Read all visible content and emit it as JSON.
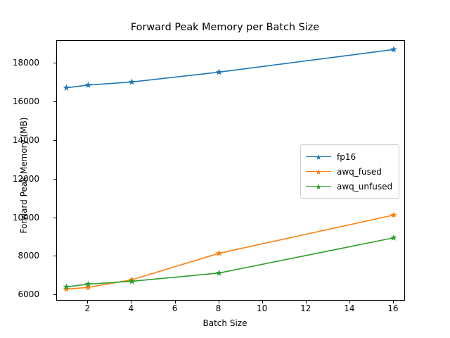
{
  "chart_data": {
    "type": "line",
    "title": "Forward Peak Memory per Batch Size",
    "xlabel": "Batch Size",
    "ylabel": "Forward Peak Memory (MB)",
    "x": [
      1,
      2,
      4,
      8,
      16
    ],
    "xlim": [
      0.57,
      16.55
    ],
    "ylim": [
      5680,
      19170
    ],
    "xticks": [
      2,
      4,
      6,
      8,
      10,
      12,
      14,
      16
    ],
    "xtick_labels": [
      "2",
      "4",
      "6",
      "8",
      "10",
      "12",
      "14",
      "16"
    ],
    "yticks": [
      6000,
      8000,
      10000,
      12000,
      14000,
      16000,
      18000
    ],
    "ytick_labels": [
      "6000",
      "8000",
      "10000",
      "12000",
      "14000",
      "16000",
      "18000"
    ],
    "grid": false,
    "legend_position": "center right",
    "marker": "star",
    "series": [
      {
        "name": "fp16",
        "color": "#1f77b4",
        "values": [
          16740,
          16880,
          17040,
          17550,
          18720
        ]
      },
      {
        "name": "awq_fused",
        "color": "#ff7f0e",
        "values": [
          6320,
          6400,
          6800,
          8170,
          10150
        ]
      },
      {
        "name": "awq_unfused",
        "color": "#2ca02c",
        "values": [
          6430,
          6570,
          6720,
          7150,
          8970
        ]
      }
    ]
  }
}
